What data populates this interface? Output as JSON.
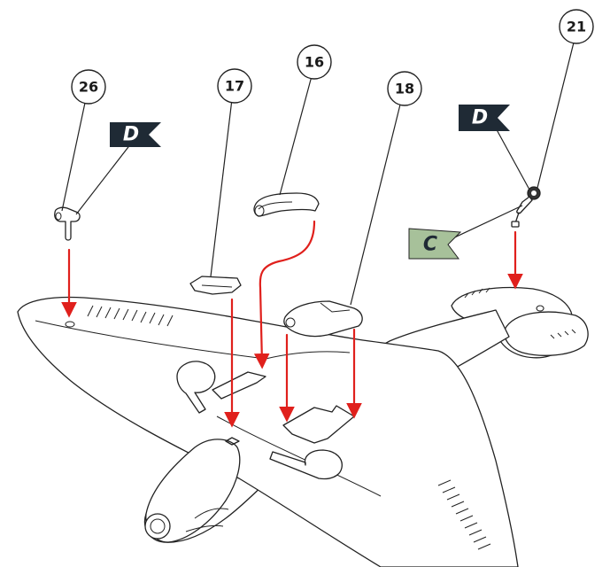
{
  "callouts": [
    {
      "id": "c26",
      "label": "26"
    },
    {
      "id": "c17",
      "label": "17"
    },
    {
      "id": "c16",
      "label": "16"
    },
    {
      "id": "c18",
      "label": "18"
    },
    {
      "id": "c21",
      "label": "21"
    }
  ],
  "flags": [
    {
      "id": "flag-d-left",
      "letter": "D",
      "color": "#1f2a35",
      "text_color": "#ffffff"
    },
    {
      "id": "flag-d-right",
      "letter": "D",
      "color": "#1f2a35",
      "text_color": "#ffffff"
    },
    {
      "id": "flag-c",
      "letter": "C",
      "color": "#a7c19a",
      "text_color": "#1f2a35"
    }
  ],
  "colors": {
    "arrow": "#e0201c",
    "outline": "#222222"
  }
}
